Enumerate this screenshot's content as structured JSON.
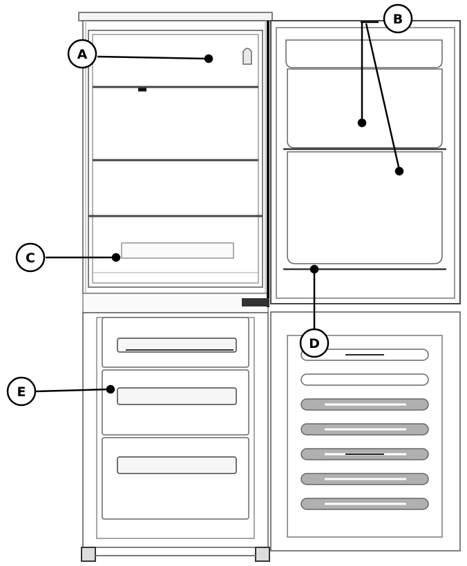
{
  "diagram": {
    "callouts": [
      {
        "id": "a",
        "text": "A",
        "name": "callout-a"
      },
      {
        "id": "b",
        "text": "B",
        "name": "callout-b"
      },
      {
        "id": "c",
        "text": "C",
        "name": "callout-c"
      },
      {
        "id": "d",
        "text": "D",
        "name": "callout-d"
      },
      {
        "id": "e",
        "text": "E",
        "name": "callout-e"
      }
    ],
    "line_color": "#000000",
    "outline_color": "#555555",
    "door_shelf_fill": "#a8a8a8"
  }
}
